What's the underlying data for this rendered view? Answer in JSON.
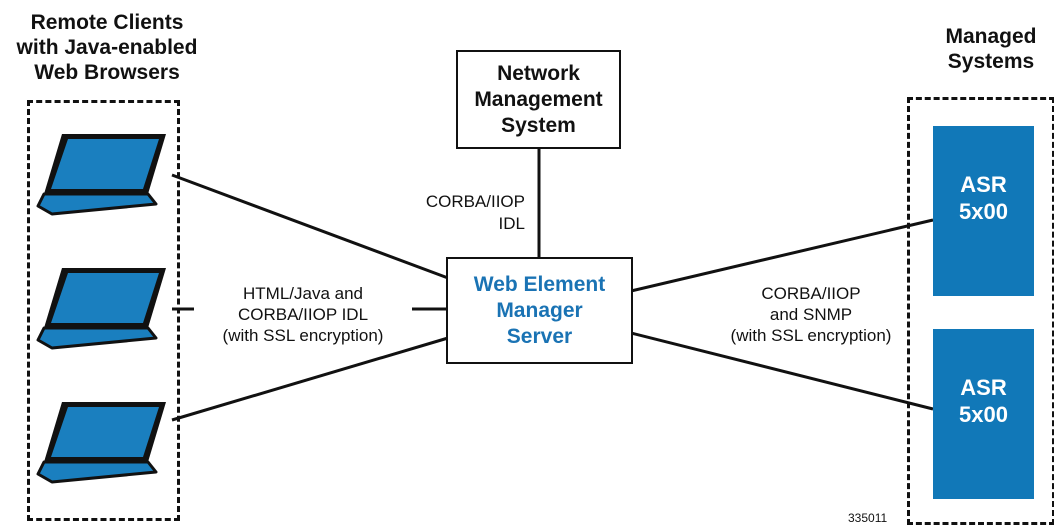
{
  "clients_group": {
    "title": "Remote Clients\nwith Java-enabled\nWeb Browsers"
  },
  "managed_group": {
    "title": "Managed\nSystems"
  },
  "nms": {
    "label": "Network\nManagement\nSystem"
  },
  "wem": {
    "label": "Web Element\nManager\nServer"
  },
  "links": {
    "nms_wem": "CORBA/IIOP\nIDL",
    "clients_wem": "HTML/Java and\nCORBA/IIOP IDL\n(with SSL encryption)",
    "wem_asr": "CORBA/IIOP\nand SNMP\n(with SSL encryption)"
  },
  "asr_systems": [
    {
      "label": "ASR\n5x00"
    },
    {
      "label": "ASR\n5x00"
    }
  ],
  "figure_number": "335011",
  "colors": {
    "accent": "#1178b8",
    "wem_text": "#1a73b4"
  }
}
